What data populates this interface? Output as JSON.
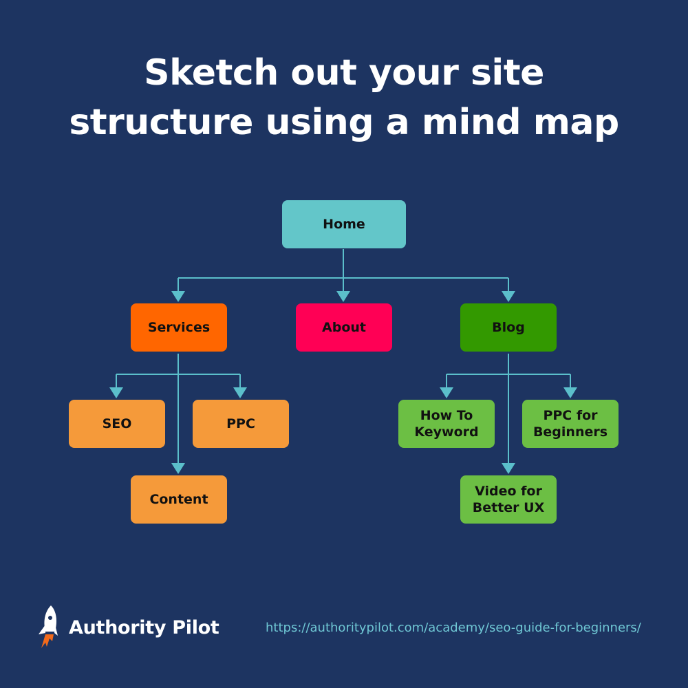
{
  "title": {
    "line1": "Sketch out your site",
    "line2": "structure using a mind map"
  },
  "colors": {
    "background": "#1d3461",
    "connector": "#5bbfcb",
    "home": "#63c6c9",
    "services": "#ff6600",
    "about": "#ff0055",
    "blog": "#339900",
    "services_child": "#f59a3a",
    "blog_child": "#6cbf44"
  },
  "nodes": {
    "home": "Home",
    "services": "Services",
    "about": "About",
    "blog": "Blog",
    "seo": "SEO",
    "ppc": "PPC",
    "content": "Content",
    "how_to_keyword": "How To Keyword",
    "ppc_for_beginners": "PPC for Beginners",
    "video_for_better_ux": "Video for Better UX"
  },
  "footer": {
    "brand": "Authority Pilot",
    "logo_icon": "rocket-icon",
    "url": "https://authoritypilot.com/academy/seo-guide-for-beginners/"
  }
}
